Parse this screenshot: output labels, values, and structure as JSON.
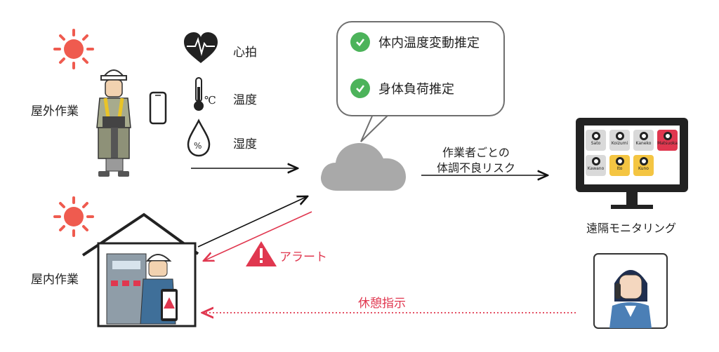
{
  "diagram": {
    "outdoor_label": "屋外作業",
    "indoor_label": "屋内作業",
    "sensors": [
      {
        "label": "心拍",
        "icon": "heart-rate-icon"
      },
      {
        "label": "温度",
        "icon": "thermometer-icon",
        "unit": "℃"
      },
      {
        "label": "湿度",
        "icon": "humidity-drop-icon",
        "unit": "%"
      }
    ],
    "cloud_bubble": {
      "items": [
        "体内温度変動推定",
        "身体負荷推定"
      ]
    },
    "risk_label_line1": "作業者ごとの",
    "risk_label_line2": "体調不良リスク",
    "monitoring_label": "遠隔モニタリング",
    "alert_label": "アラート",
    "rest_label": "休憩指示",
    "monitor_users": [
      {
        "name": "Sato",
        "status": "normal"
      },
      {
        "name": "Koizumi",
        "status": "normal"
      },
      {
        "name": "Kaneko",
        "status": "normal"
      },
      {
        "name": "Matsuoka",
        "status": "danger"
      },
      {
        "name": "Kawano",
        "status": "normal"
      },
      {
        "name": "Ito",
        "status": "caution"
      },
      {
        "name": "Kuno",
        "status": "caution"
      }
    ],
    "colors": {
      "alert": "#e0374f",
      "caution": "#f4c542",
      "check": "#4cb35a",
      "sun": "#ef5b4f",
      "cloud": "#a9a9a9"
    }
  }
}
